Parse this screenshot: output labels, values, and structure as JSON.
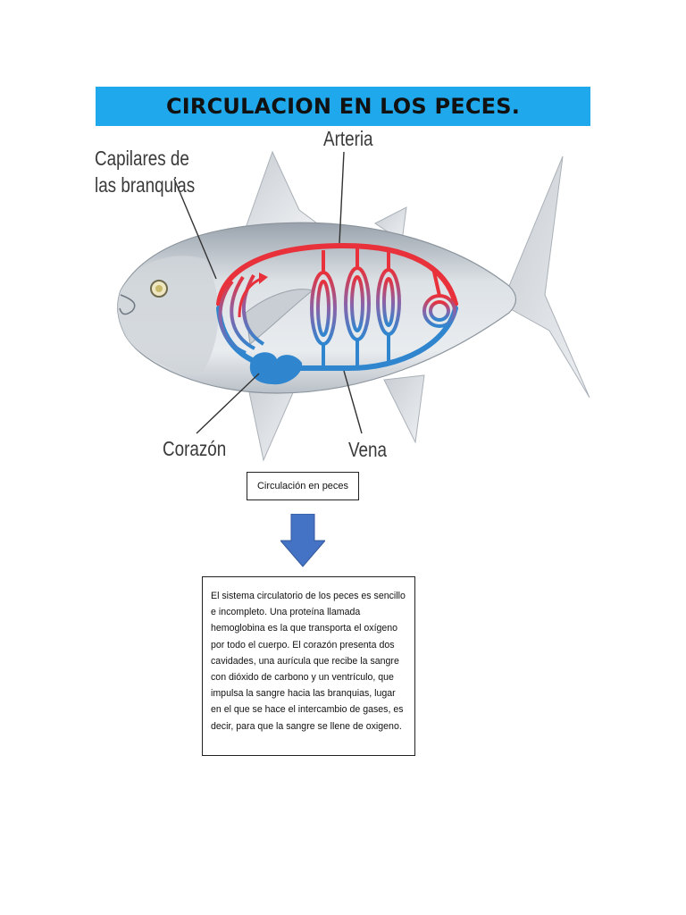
{
  "banner": {
    "title": "CIRCULACION EN LOS PECES."
  },
  "diagram": {
    "labels": {
      "gill_capillaries_line1": "Capilares de",
      "gill_capillaries_line2": "las branquias",
      "artery": "Arteria",
      "heart": "Corazón",
      "vein": "Vena"
    },
    "colors": {
      "artery": "#e8313a",
      "vein": "#2f86cf",
      "fish_body": "#d7dce0"
    }
  },
  "flow_box": {
    "label": "Circulación en peces"
  },
  "arrow": {
    "color": "#4472c4"
  },
  "description": {
    "text": "El sistema circulatorio de los peces es sencillo e incompleto. Una proteína llamada hemoglobina es la que transporta el oxígeno por todo el cuerpo. El corazón presenta dos cavidades, una aurícula que recibe la sangre con dióxido de carbono y un ventrículo, que impulsa la sangre hacia las branquias, lugar en el que se hace el intercambio de gases, es decir, para que la sangre se llene de oxigeno."
  }
}
